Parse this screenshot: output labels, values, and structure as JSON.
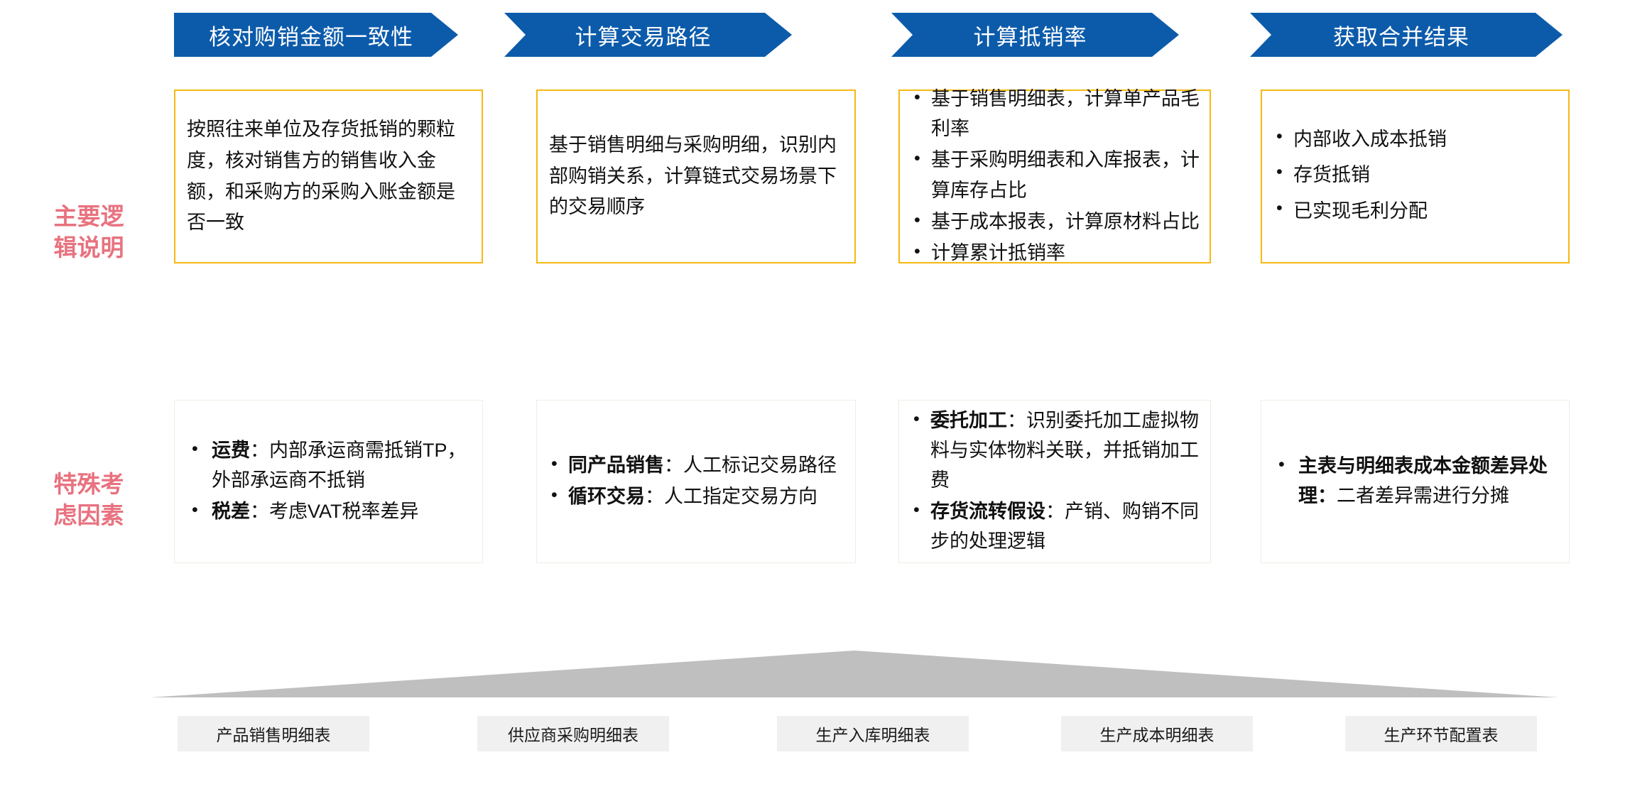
{
  "theme": {
    "chevron_blue": "#0C5BAB",
    "logic_border_yellow": "#F5B912",
    "special_border": "#EFEDE3",
    "row_label_pink": "#E8727F",
    "funnel_gray": "#BFBFBF",
    "chip_gray": "#F0F0F0",
    "text_black": "#111111"
  },
  "steps": [
    {
      "label": "核对购销金额一致性"
    },
    {
      "label": "计算交易路径"
    },
    {
      "label": "计算抵销率"
    },
    {
      "label": "获取合并结果"
    }
  ],
  "rows": [
    {
      "label": "主要逻\n辑说明",
      "line1": "主要逻",
      "line2": "辑说明"
    },
    {
      "label": "特殊考\n虑因素",
      "line1": "特殊考",
      "line2": "虑因素"
    }
  ],
  "logic_cards": [
    {
      "type": "paragraph",
      "text": "按照往来单位及存货抵销的颗粒度，核对销售方的销售收入金额，和采购方的采购入账金额是否一致"
    },
    {
      "type": "paragraph",
      "text": "基于销售明细与采购明细，识别内部购销关系，计算链式交易场景下的交易顺序"
    },
    {
      "type": "bullets",
      "items": [
        {
          "strong": "",
          "text": "基于销售明细表，计算单产品毛利率"
        },
        {
          "strong": "",
          "text": "基于采购明细表和入库报表，计算库存占比"
        },
        {
          "strong": "",
          "text": "基于成本报表，计算原材料占比"
        },
        {
          "strong": "",
          "text": "计算累计抵销率"
        }
      ]
    },
    {
      "type": "bullets",
      "items": [
        {
          "strong": "",
          "text": "内部收入成本抵销"
        },
        {
          "strong": "",
          "text": "存货抵销"
        },
        {
          "strong": "",
          "text": "已实现毛利分配"
        }
      ]
    }
  ],
  "special_cards": [
    {
      "items": [
        {
          "strong": "运费",
          "sep": "：",
          "text": "内部承运商需抵销TP，外部承运商不抵销"
        },
        {
          "strong": "税差",
          "sep": "：",
          "text": "考虑VAT税率差异"
        }
      ]
    },
    {
      "items": [
        {
          "strong": "同产品销售",
          "sep": "：",
          "text": "人工标记交易路径"
        },
        {
          "strong": "循环交易",
          "sep": "：",
          "text": "人工指定交易方向"
        }
      ]
    },
    {
      "items": [
        {
          "strong": "委托加工",
          "sep": "：",
          "text": "识别委托加工虚拟物料与实体物料关联，并抵销加工费"
        },
        {
          "strong": "存货流转假设",
          "sep": "：",
          "text": "产销、购销不同步的处理逻辑"
        }
      ]
    },
    {
      "items": [
        {
          "strong": "主表与明细表成本金额差异处理",
          "sep": "：",
          "text": "二者差异需进行分摊"
        }
      ]
    }
  ],
  "source_tables": [
    {
      "label": "产品销售明细表"
    },
    {
      "label": "供应商采购明细表"
    },
    {
      "label": "生产入库明细表"
    },
    {
      "label": "生产成本明细表"
    },
    {
      "label": "生产环节配置表"
    }
  ]
}
